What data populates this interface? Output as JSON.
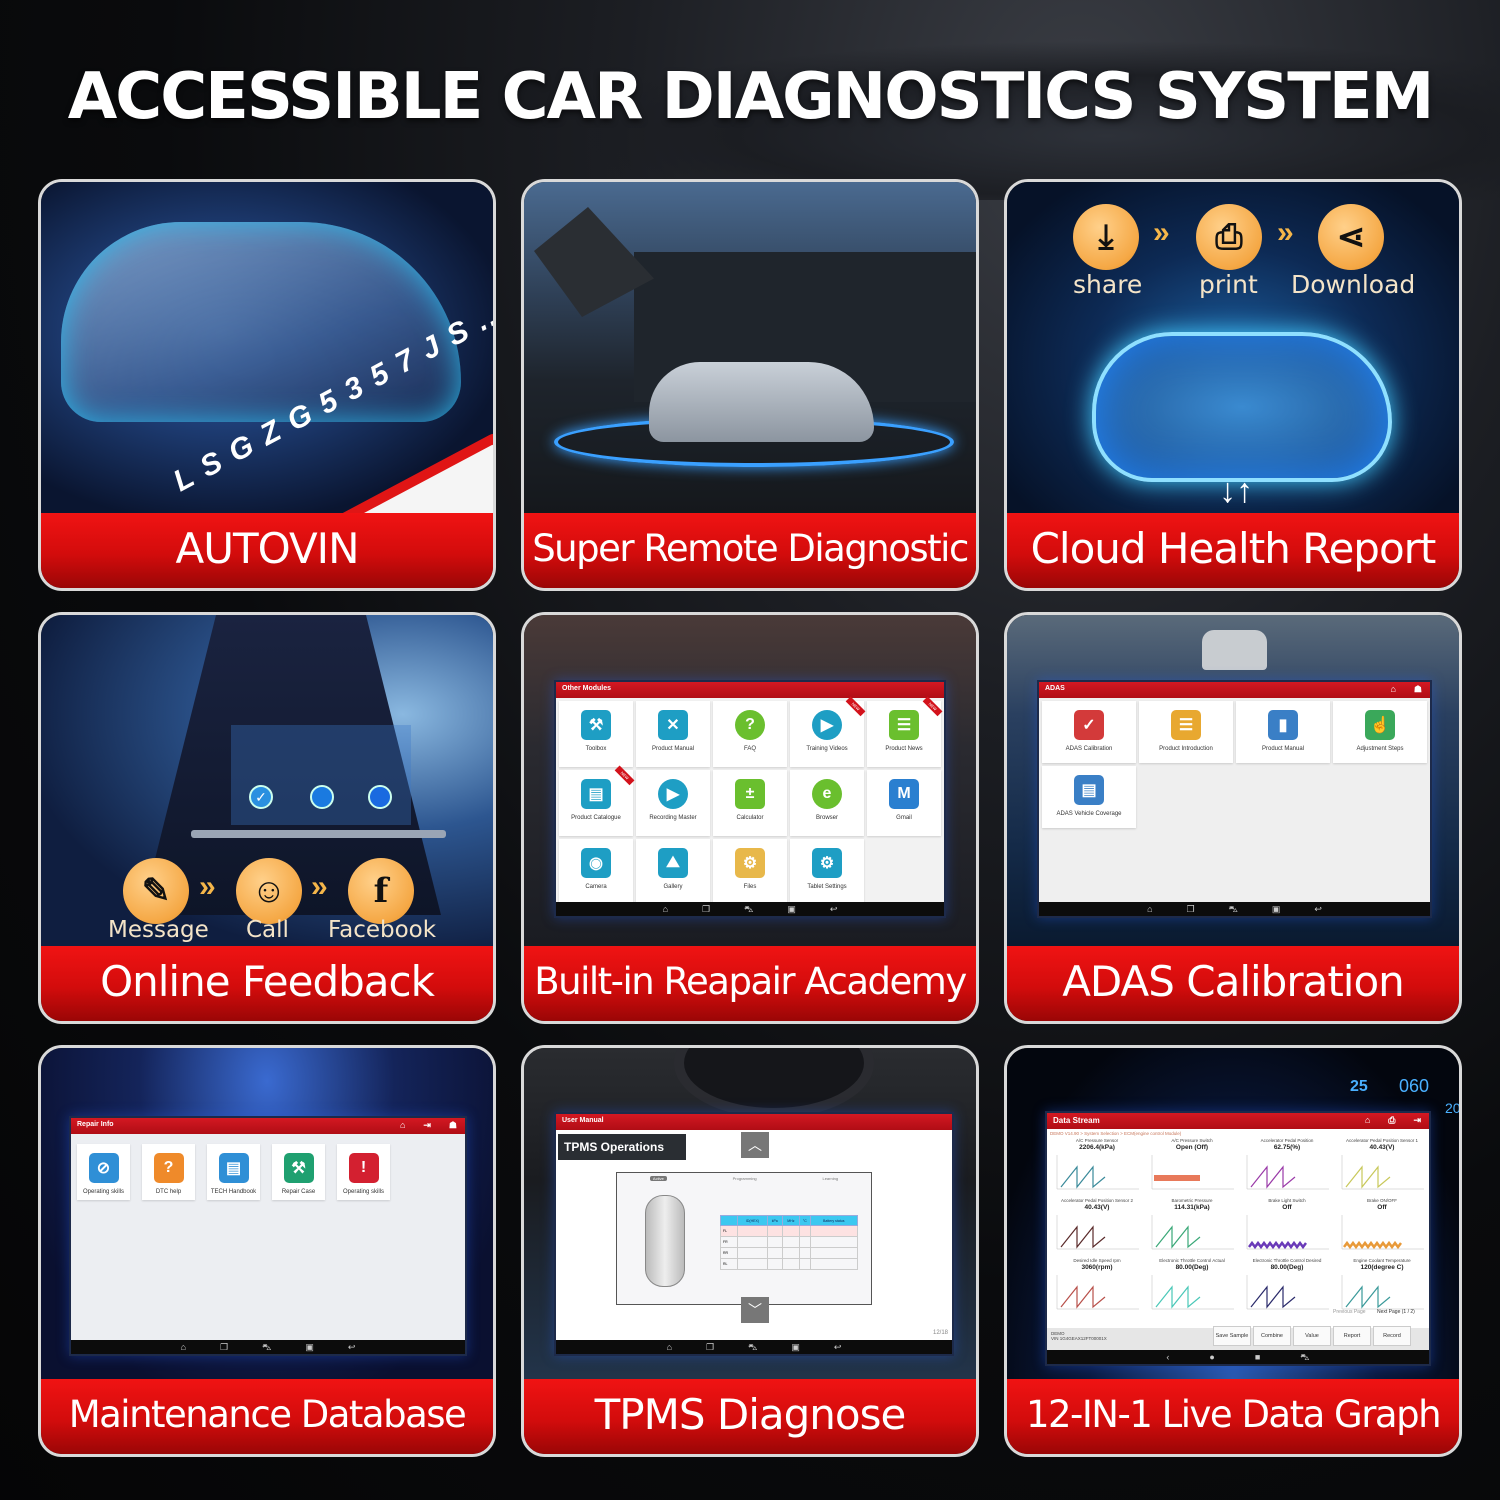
{
  "title": "ACCESSIBLE CAR DIAGNOSTICS SYSTEM",
  "colors": {
    "label_red": "#e01010",
    "card_border": "#d9d9d9",
    "orange_icon": "#f5a845",
    "ui_red": "#d31822"
  },
  "cards": [
    {
      "label": "AUTOVIN",
      "vin_chars": "L S G Z G 5 3 5 7 J S ..."
    },
    {
      "label": "Super Remote Diagnostic"
    },
    {
      "label": "Cloud Health Report",
      "steps": [
        {
          "icon": "download-tray-icon",
          "text": "share"
        },
        {
          "icon": "printer-icon",
          "text": "print"
        },
        {
          "icon": "share-nodes-icon",
          "text": "Download"
        }
      ],
      "arrows": "» »",
      "sync_arrows": "↓↑"
    },
    {
      "label": "Online Feedback",
      "steps": [
        {
          "icon": "edit-message-icon",
          "text": "Message"
        },
        {
          "icon": "headset-user-icon",
          "text": "Call"
        },
        {
          "icon": "facebook-icon",
          "text": "Facebook"
        }
      ]
    },
    {
      "label": "Built-in Reapair Academy",
      "screen": {
        "title": "Other Modules",
        "tiles": [
          {
            "text": "Toolbox",
            "icon": "toolbox-icon",
            "color": "#1e9ec4",
            "new": false
          },
          {
            "text": "Product Manual",
            "icon": "manual-tools-icon",
            "color": "#1e9ec4",
            "new": false
          },
          {
            "text": "FAQ",
            "icon": "question-bubble-icon",
            "color": "#6abf2e",
            "new": false
          },
          {
            "text": "Training Videos",
            "icon": "video-screen-icon",
            "color": "#1e9ec4",
            "new": true
          },
          {
            "text": "Product News",
            "icon": "news-icon",
            "color": "#6abf2e",
            "new": true
          },
          {
            "text": "Product Catalogue",
            "icon": "catalogue-icon",
            "color": "#1e9ec4",
            "new": true
          },
          {
            "text": "Recording Master",
            "icon": "video-camera-icon",
            "color": "#1e9ec4",
            "new": false
          },
          {
            "text": "Calculator",
            "icon": "calculator-icon",
            "color": "#6abf2e",
            "new": false
          },
          {
            "text": "Browser",
            "icon": "browser-e-icon",
            "color": "#6abf2e",
            "new": false
          },
          {
            "text": "Gmail",
            "icon": "mail-m-icon",
            "color": "#2a7fd0",
            "new": false
          },
          {
            "text": "Camera",
            "icon": "camera-icon",
            "color": "#1e9ec4",
            "new": false
          },
          {
            "text": "Gallery",
            "icon": "gallery-icon",
            "color": "#1e9ec4",
            "new": false
          },
          {
            "text": "Files",
            "icon": "folder-gear-icon",
            "color": "#e8b84a",
            "new": false
          },
          {
            "text": "Tablet Settings",
            "icon": "tablet-settings-icon",
            "color": "#1e9ec4",
            "new": false
          }
        ],
        "new_tag": "NEW"
      }
    },
    {
      "label": "ADAS Calibration",
      "screen": {
        "title": "ADAS",
        "tiles": [
          {
            "text": "ADAS Calibration",
            "icon": "car-check-icon",
            "color": "#d33a3a"
          },
          {
            "text": "Product Introduction",
            "icon": "list-icon",
            "color": "#e8a830"
          },
          {
            "text": "Product Manual",
            "icon": "adas-book-icon",
            "color": "#3a7fc6"
          },
          {
            "text": "Adjustment Steps",
            "icon": "finger-tap-icon",
            "color": "#3aa85a"
          },
          {
            "text": "ADAS Vehicle Coverage",
            "icon": "car-doc-icon",
            "color": "#3a7fc6"
          }
        ]
      }
    },
    {
      "label": "Maintenance Database",
      "screen": {
        "title": "Repair Info",
        "tiles": [
          {
            "text": "Operating skills",
            "icon": "compass-book-icon",
            "color": "#2f8fd6"
          },
          {
            "text": "DTC help",
            "icon": "question-icon",
            "color": "#ef8a2a"
          },
          {
            "text": "TECH Handbook",
            "icon": "handbook-car-icon",
            "color": "#2f8fd6"
          },
          {
            "text": "Repair Case",
            "icon": "wrench-screwdriver-icon",
            "color": "#1fa070"
          },
          {
            "text": "Operating skills",
            "icon": "tire-warning-icon",
            "color": "#d32030"
          }
        ]
      }
    },
    {
      "label": "TPMS Diagnose",
      "screen": {
        "title": "User Manual",
        "heading": "TPMS Operations",
        "tabs": [
          "Active",
          "Programming",
          "Learning"
        ],
        "table_headers": [
          "",
          "ID(HEX)",
          "kPa",
          "MHz",
          "°C",
          "Battery status"
        ],
        "table_rows": [
          "FL",
          "FR",
          "RR",
          "RL"
        ],
        "page": "12/18"
      }
    },
    {
      "label": "12-IN-1 Live Data Graph",
      "screen": {
        "title": "Data Stream",
        "breadcrumb": "DEMO V14.90 > System Selection > ECM(engine control Module)",
        "charts": [
          {
            "name": "A/C Pressure Sensor",
            "value": "2206.4(kPa)",
            "color": "#3a8a9a",
            "kind": "saw"
          },
          {
            "name": "A/C Pressure Switch",
            "value": "Open (Off)",
            "color": "#e8795a",
            "kind": "bar"
          },
          {
            "name": "Accelerator Pedal Position",
            "value": "62.75(%)",
            "color": "#9a3aa8",
            "kind": "saw"
          },
          {
            "name": "Accelerator Pedal Position Sensor 1",
            "value": "40.43(V)",
            "color": "#c8c85a",
            "kind": "saw"
          },
          {
            "name": "Accelerator Pedal Position Sensor 2",
            "value": "40.43(V)",
            "color": "#5a2a2a",
            "kind": "saw"
          },
          {
            "name": "Barometric Pressure",
            "value": "114.31(kPa)",
            "color": "#3aa878",
            "kind": "saw"
          },
          {
            "name": "Brake Light Switch",
            "value": "Off",
            "color": "#6a3ab8",
            "kind": "square"
          },
          {
            "name": "Brake ON/OFF",
            "value": "Off",
            "color": "#e89a3a",
            "kind": "square"
          },
          {
            "name": "Desired Idle Speed rpm",
            "value": "3060(rpm)",
            "color": "#b8504a",
            "kind": "saw"
          },
          {
            "name": "Electronic Throttle Control Actual",
            "value": "80.00(Deg)",
            "color": "#4ac8b8",
            "kind": "saw"
          },
          {
            "name": "Electronic Throttle Control Desired",
            "value": "80.00(Deg)",
            "color": "#2a2a6a",
            "kind": "saw"
          },
          {
            "name": "Engine Coolant Temperature",
            "value": "120(degree C)",
            "color": "#3a9a9a",
            "kind": "saw"
          }
        ],
        "prev_page": "Previous Page",
        "next_page": "Next Page",
        "page_indicator": "(1 / 2)",
        "footer_info": [
          "DEMO",
          "VIN 1G4GEAX12FT00001X"
        ],
        "buttons": [
          "Save Sample",
          "Combine",
          "Value",
          "Report",
          "Record"
        ],
        "hud": {
          "speed": "25",
          "heading": "060",
          "side": "20"
        }
      }
    }
  ],
  "nav_icons": [
    "home-nav-icon",
    "recent-apps-icon",
    "vci-car-icon",
    "screenshot-icon",
    "back-icon"
  ]
}
